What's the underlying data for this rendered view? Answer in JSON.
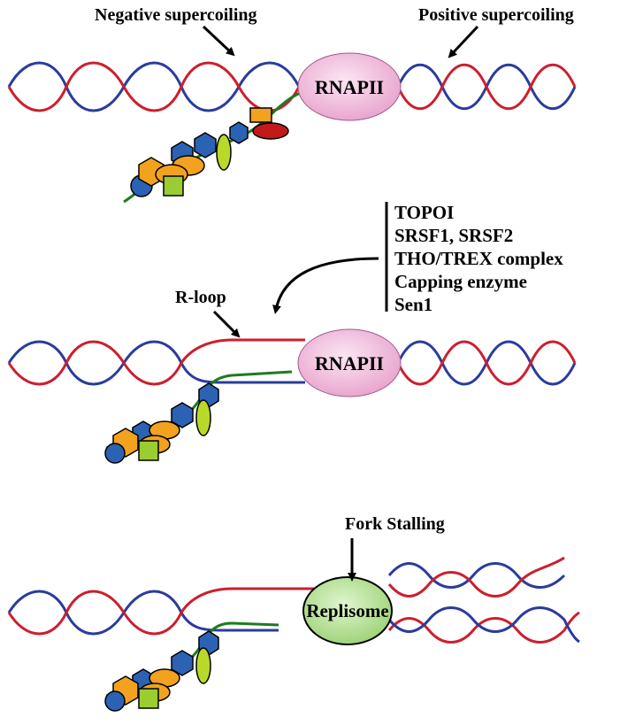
{
  "panel_top": {
    "negative_label": "Negative supercoiling",
    "positive_label": "Positive supercoiling",
    "polymerase_label": "RNAPII"
  },
  "factors": {
    "items": [
      "TOPOI",
      "SRSF1, SRSF2",
      "THO/TREX complex",
      "Capping enzyme",
      "Sen1"
    ]
  },
  "panel_middle": {
    "rloop_label": "R-loop",
    "polymerase_label": "RNAPII"
  },
  "panel_bottom": {
    "stall_label": "Fork Stalling",
    "replisome_label": "Replisome"
  },
  "colors": {
    "dna_red": "#cc1f2e",
    "dna_blue": "#2a3c9c",
    "rna_green": "#1f7a1f",
    "rnapii_pink": "#f3bfe0",
    "replisome_green": "#b7e09a",
    "hexagon_blue": "#2c62b4",
    "hexagon_orange": "#f2a21e",
    "square_green": "#9acd32",
    "oval_lime": "#b8d92a",
    "cap_red": "#c21a1a"
  },
  "icons": [
    "rnapii-ellipse",
    "replisome-ellipse",
    "hexagon",
    "circle",
    "square",
    "oval",
    "arrow"
  ]
}
